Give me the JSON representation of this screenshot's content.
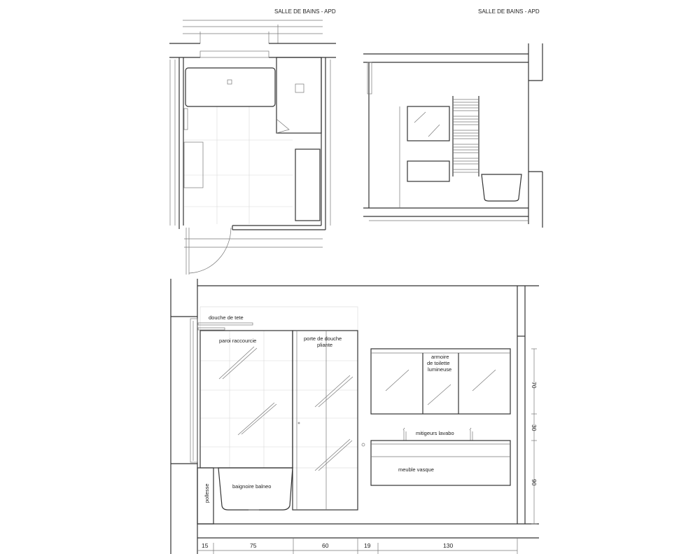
{
  "plan": {
    "title": "SALLE DE BAINS - APD"
  },
  "side_elevation": {
    "title": "SALLE DE BAINS - APD"
  },
  "front_elevation": {
    "labels": {
      "douche_de_tete": "douche de tete",
      "paroi": "paroi raccourcie",
      "porte_line1": "porte de douche",
      "porte_line2": "pliante",
      "armoire_line1": "armoire",
      "armoire_line2": "de toilette",
      "armoire_line3": "lumineuse",
      "mitigeurs": "mitigeurs lavabo",
      "meuble": "meuble vasque",
      "baignoire": "baignoire balneo",
      "pollesse": "pollesse"
    },
    "bottom_dimensions": [
      "15",
      "75",
      "60",
      "19",
      "130"
    ],
    "right_dimensions": [
      "70",
      "30",
      "90"
    ]
  },
  "colors": {
    "line": "#333333",
    "grid": "#d8d8d8"
  }
}
